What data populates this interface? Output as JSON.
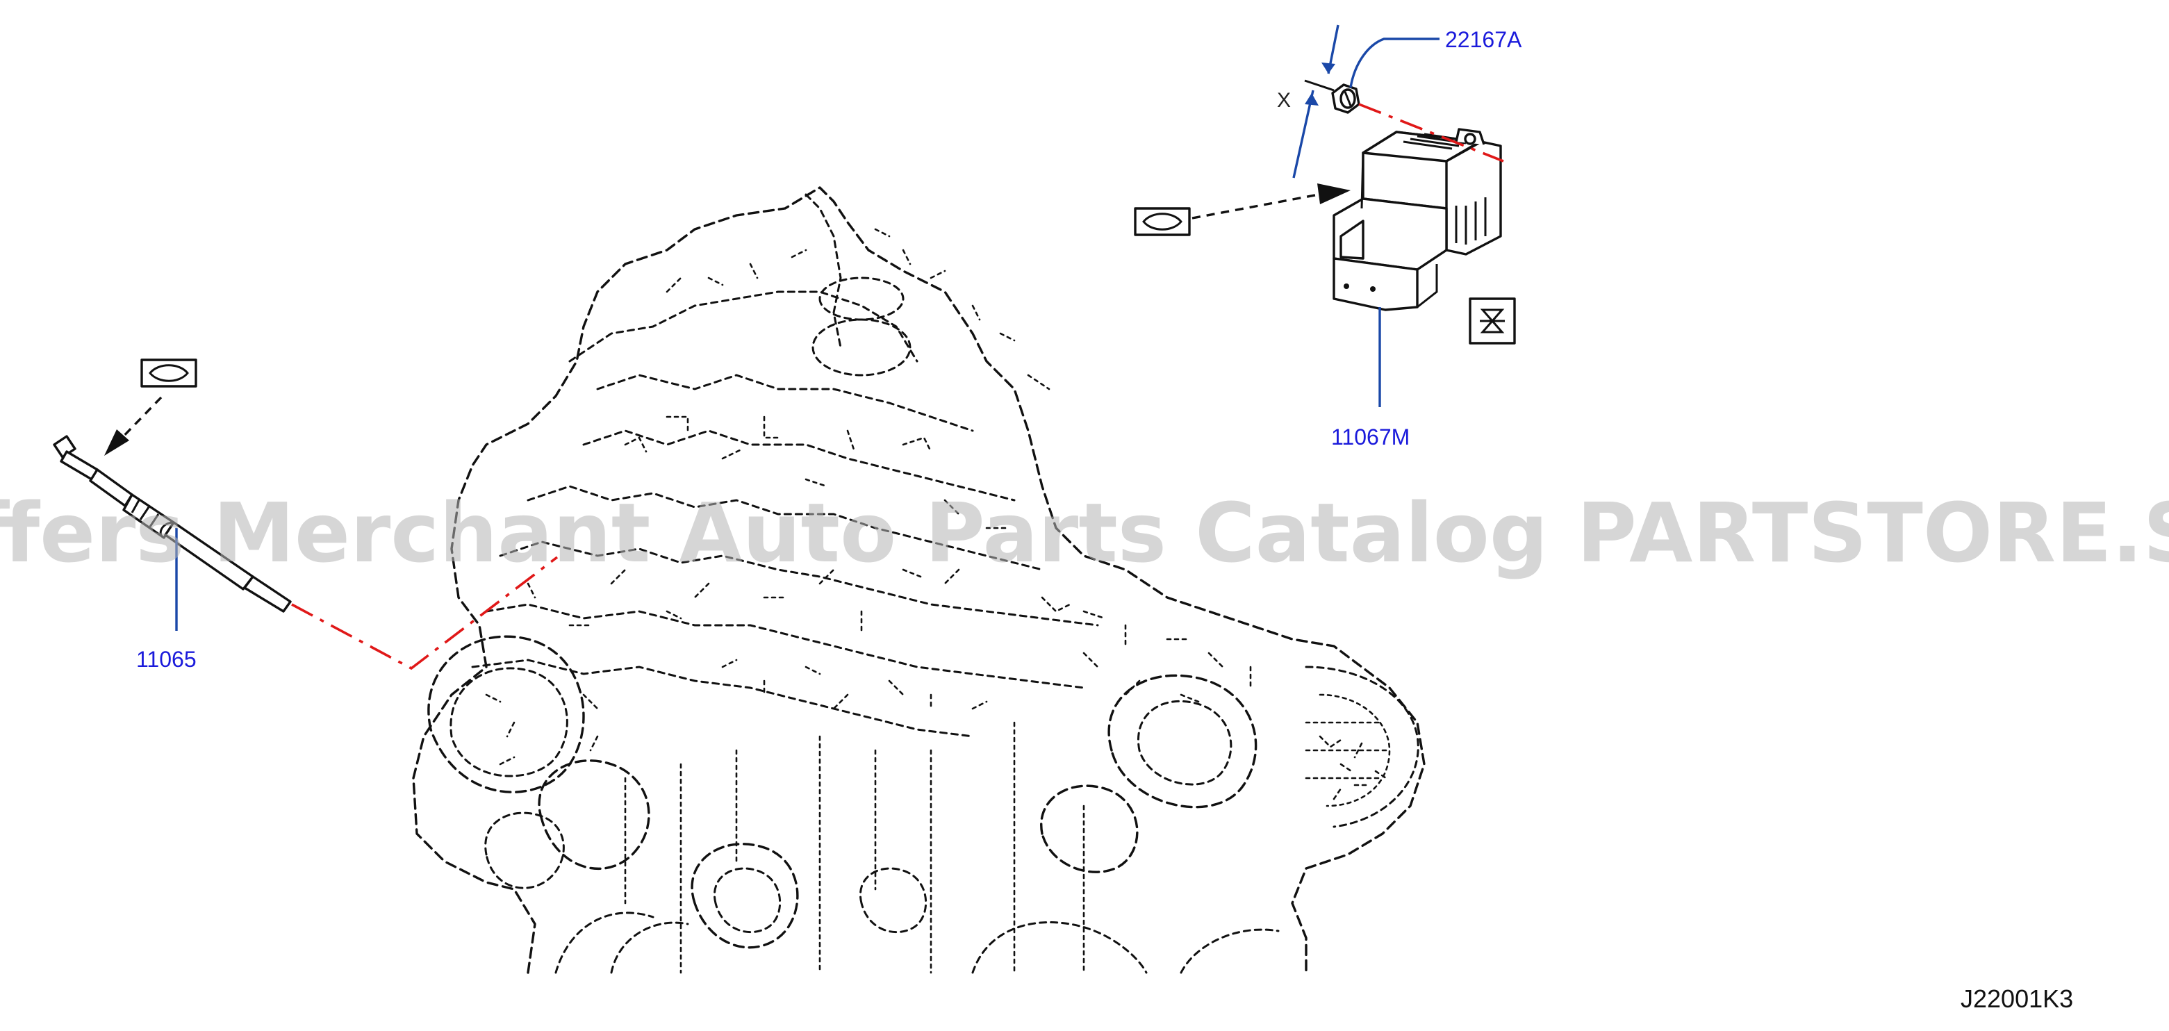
{
  "callouts": {
    "glow_plug": "11065",
    "control_unit": "11067M",
    "nut": "22167A"
  },
  "dimension_label": "X",
  "diagram_code": "J22001K3",
  "watermark": "Offers Merchant Auto Parts Catalog PARTSTORE.SA",
  "colors": {
    "callout_text": "#1a1adb",
    "leader": "#1a48a8",
    "centerline": "#e01818"
  },
  "icons": [
    "glow-plug-icon",
    "control-unit-icon",
    "nut-icon",
    "engine-block-icon",
    "tightening-torque-symbol-icon",
    "sealant-symbol-icon"
  ]
}
